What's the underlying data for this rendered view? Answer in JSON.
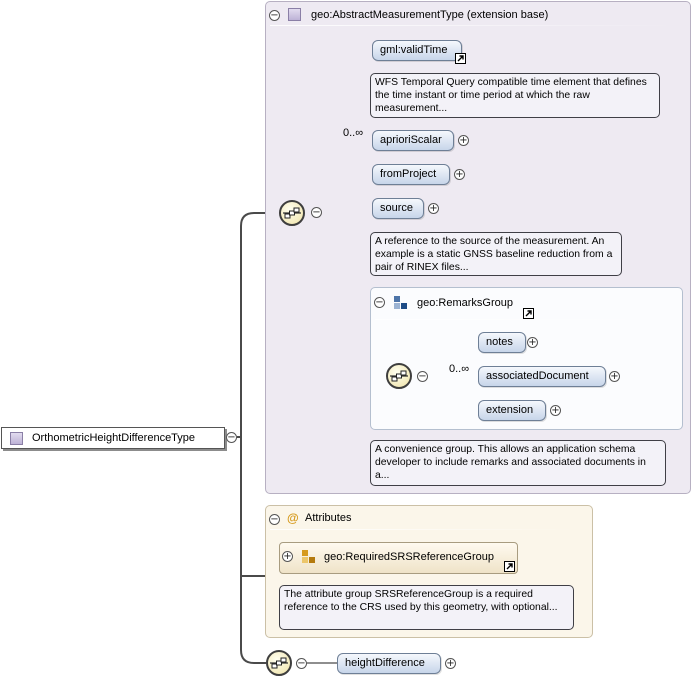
{
  "root": {
    "label": "OrthometricHeightDifferenceType"
  },
  "extension_panel": {
    "title": "geo:AbstractMeasurementType (extension base)",
    "elements": {
      "valid_time": {
        "label": "gml:validTime",
        "note": "WFS Temporal Query compatible time element that defines the time instant or time period at which the raw measurement..."
      },
      "apriori_scalar": {
        "label": "aprioriScalar",
        "occurrence": "0..∞"
      },
      "from_project": {
        "label": "fromProject"
      },
      "source": {
        "label": "source",
        "note": "A reference to the source of the measurement. An example is a static GNSS baseline reduction from a pair of RINEX files..."
      }
    },
    "remarks_group": {
      "title": "geo:RemarksGroup",
      "note": "A convenience group. This allows an application schema developer to include remarks and associated documents in a...",
      "elements": {
        "notes": {
          "label": "notes"
        },
        "associated_document": {
          "label": "associatedDocument",
          "occurrence": "0..∞"
        },
        "extension": {
          "label": "extension"
        }
      }
    }
  },
  "attributes_panel": {
    "title": "Attributes",
    "group_ref": "geo:RequiredSRSReferenceGroup",
    "note": "The attribute group SRSReferenceGroup is a required reference to the CRS used by this geometry, with optional..."
  },
  "height_difference": {
    "label": "heightDifference"
  },
  "symbols": {
    "collapse": "−",
    "expand": "+",
    "attribute": "@"
  },
  "colors": {
    "extension_panel_bg": "#eeeaf2",
    "attributes_panel_bg": "#fbf6ea",
    "element_pill": "#c7d5ea",
    "compositor_fill": "#efe2a6",
    "note_bg": "#f3f2f8"
  }
}
